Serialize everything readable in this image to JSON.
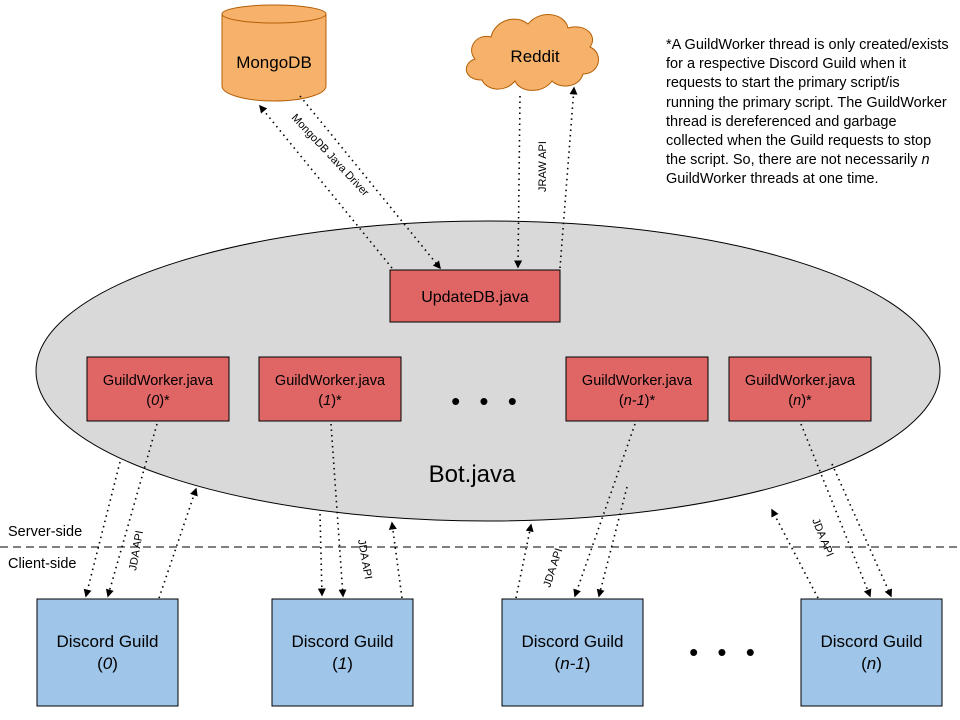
{
  "colors": {
    "db_fill": "#f6b26b",
    "db_stroke": "#b45f06",
    "bot_fill": "#d9d9d9",
    "component_fill": "#e06666",
    "guild_fill": "#9fc5e8",
    "stroke": "#000000"
  },
  "mongodb": {
    "label": "MongoDB"
  },
  "reddit": {
    "label": "Reddit"
  },
  "bot": {
    "label": "Bot.java"
  },
  "updatedb": {
    "label": "UpdateDB.java"
  },
  "workers": [
    {
      "name": "GuildWorker.java",
      "index": "0",
      "suffix": "*"
    },
    {
      "name": "GuildWorker.java",
      "index": "1",
      "suffix": "*"
    },
    {
      "name": "GuildWorker.java",
      "index": "n-1",
      "suffix": "*"
    },
    {
      "name": "GuildWorker.java",
      "index": "n",
      "suffix": "*"
    }
  ],
  "guilds": [
    {
      "name": "Discord Guild",
      "index": "0"
    },
    {
      "name": "Discord Guild",
      "index": "1"
    },
    {
      "name": "Discord Guild",
      "index": "n-1"
    },
    {
      "name": "Discord Guild",
      "index": "n"
    }
  ],
  "ellipsis": "• • •",
  "edge_labels": {
    "mongo_driver": "MongoDB Java Driver",
    "jraw": "JRAW API",
    "jda": "JDA API"
  },
  "sides": {
    "server": "Server-side",
    "client": "Client-side"
  },
  "note": {
    "part1": "*A GuildWorker thread is only created/exists for a respective Discord Guild when it requests to start the primary script/is running the primary script. The GuildWorker thread is dereferenced and garbage collected when the Guild requests to stop the script. So, there are not necessarily ",
    "italic": "n",
    "part2": " GuildWorker threads at one time."
  }
}
